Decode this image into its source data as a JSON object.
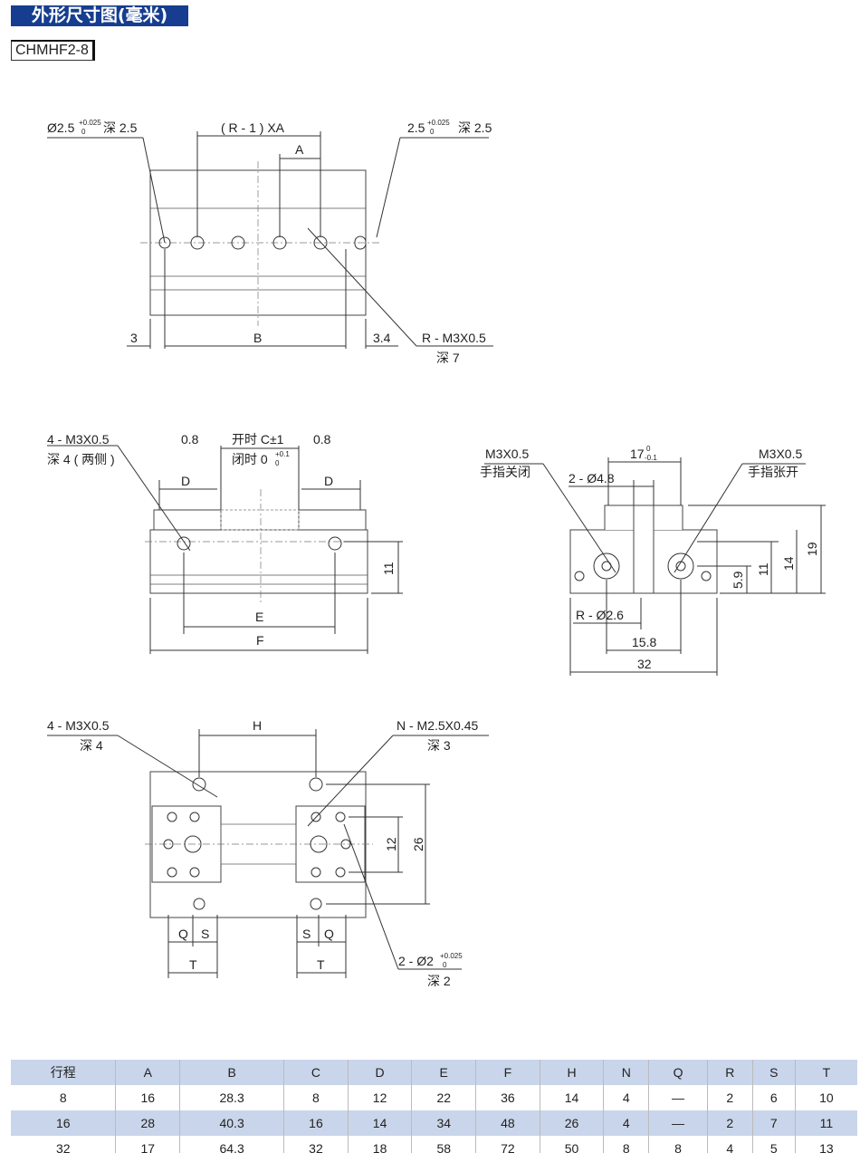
{
  "header": {
    "title": "外形尺寸图(毫米)",
    "model": "CHMHF2-8"
  },
  "top_view": {
    "hole_label": "Ø2.5",
    "hole_tol_upper": "+0.025",
    "hole_tol_lower": "0",
    "hole_depth": "深 2.5",
    "pitch": "( R - 1 ) XA",
    "a": "A",
    "slot_label": "2.5",
    "slot_tol_upper": "+0.025",
    "slot_tol_lower": "0",
    "slot_depth": "深 2.5",
    "left_offset": "3",
    "b": "B",
    "right_offset": "3.4",
    "thread": "R - M3X0.5",
    "thread_depth": "深 7"
  },
  "front_view": {
    "thread": "4 - M3X0.5",
    "thread_depth": "深 4 ( 两侧 )",
    "gap_left": "0.8",
    "open": "开时 C±1",
    "closed": "闭时 0",
    "closed_tol_upper": "+0.1",
    "closed_tol_lower": "0",
    "gap_right": "0.8",
    "d_left": "D",
    "d_right": "D",
    "height": "11",
    "e": "E",
    "f": "F"
  },
  "side_view": {
    "thread_left": "M3X0.5",
    "closed_label": "手指关闭",
    "width17": "17",
    "width17_upper": "0",
    "width17_lower": "-0.1",
    "thread_right": "M3X0.5",
    "open_label": "手指张开",
    "bore": "2 - Ø4.8",
    "pin": "R - Ø2.6",
    "d158": "15.8",
    "d32": "32",
    "h59": "5.9",
    "h11": "11",
    "h14": "14",
    "h19": "19"
  },
  "bottom_view": {
    "thread": "4 - M3X0.5",
    "thread_depth": "深 4",
    "h": "H",
    "n_thread": "N - M2.5X0.45",
    "n_depth": "深 3",
    "d12": "12",
    "d26": "26",
    "q_left": "Q",
    "s_left": "S",
    "s_right": "S",
    "q_right": "Q",
    "t_left": "T",
    "t_right": "T",
    "pin": "2 - Ø2",
    "pin_upper": "+0.025",
    "pin_lower": "0",
    "pin_depth": "深 2"
  },
  "table": {
    "headers": [
      "行程",
      "A",
      "B",
      "C",
      "D",
      "E",
      "F",
      "H",
      "N",
      "Q",
      "R",
      "S",
      "T"
    ],
    "rows": [
      [
        "8",
        "16",
        "28.3",
        "8",
        "12",
        "22",
        "36",
        "14",
        "4",
        "—",
        "2",
        "6",
        "10"
      ],
      [
        "16",
        "28",
        "40.3",
        "16",
        "14",
        "34",
        "48",
        "26",
        "4",
        "—",
        "2",
        "7",
        "11"
      ],
      [
        "32",
        "17",
        "64.3",
        "32",
        "18",
        "58",
        "72",
        "50",
        "8",
        "8",
        "4",
        "5",
        "13"
      ]
    ]
  }
}
